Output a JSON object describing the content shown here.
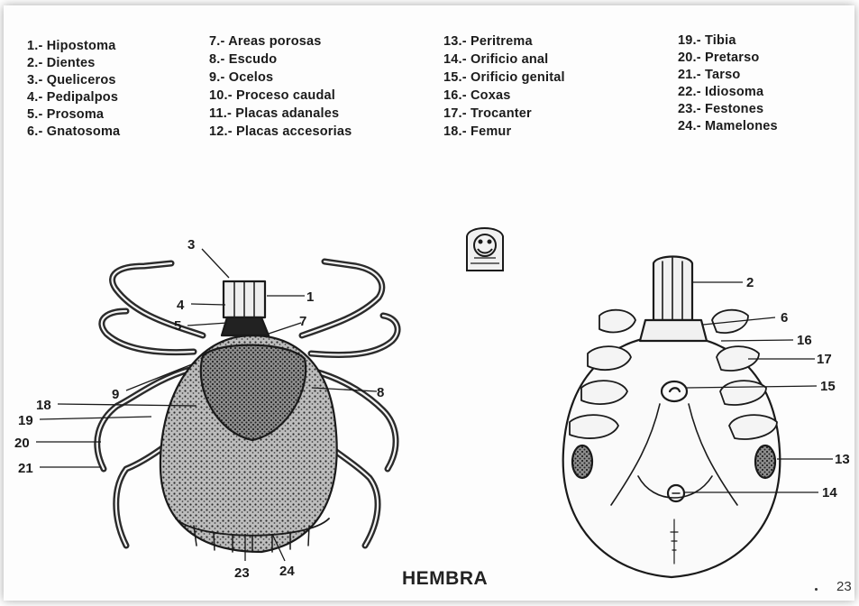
{
  "legend": {
    "col1": [
      "1.- Hipostoma",
      "2.- Dientes",
      "3.- Queliceros",
      "4.- Pedipalpos",
      "5.- Prosoma",
      "6.- Gnatosoma"
    ],
    "col2": [
      "7.- Areas porosas",
      "8.- Escudo",
      "9.- Ocelos",
      "10.- Proceso caudal",
      "11.- Placas adanales",
      "12.- Placas accesorias"
    ],
    "col3": [
      "13.- Peritrema",
      "14.- Orificio anal",
      "15.- Orificio genital",
      "16.- Coxas",
      "17.- Trocanter",
      "18.- Femur"
    ],
    "col4": [
      "19.- Tibia",
      "20.- Pretarso",
      "21.- Tarso",
      "22.- Idiosoma",
      "23.- Festones",
      "24.- Mamelones"
    ]
  },
  "dorsal_labels": {
    "n3": "3",
    "n4": "4",
    "n1": "1",
    "n5": "5",
    "n7": "7",
    "n9": "9",
    "n8": "8",
    "n18": "18",
    "n19": "19",
    "n20": "20",
    "n21": "21",
    "n23": "23",
    "n24": "24"
  },
  "ventral_labels": {
    "n2": "2",
    "n6": "6",
    "n16": "16",
    "n17": "17",
    "n15": "15",
    "n13": "13",
    "n14": "14"
  },
  "title": "HEMBRA",
  "page_number": "23"
}
